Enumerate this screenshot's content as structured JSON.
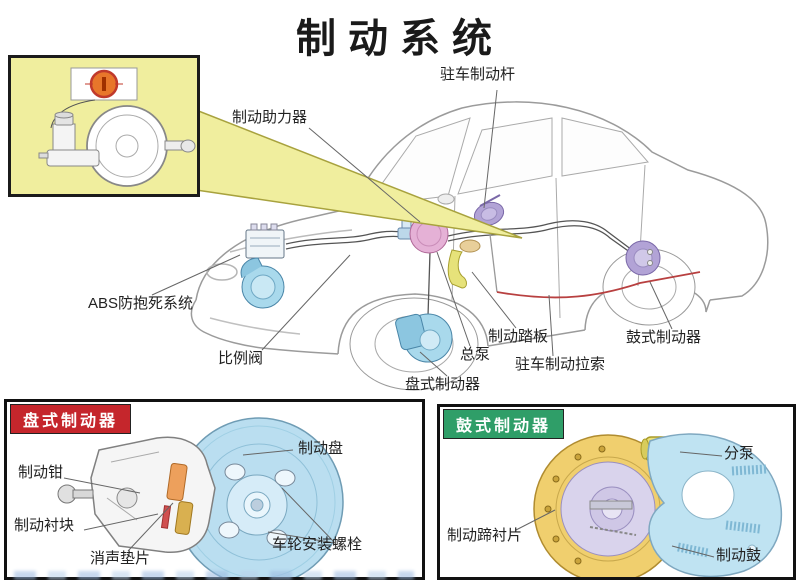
{
  "title": "制动系统",
  "labels": {
    "parking_brake_lever": "驻车制动杆",
    "brake_booster": "制动助力器",
    "abs_system": "ABS防抱死系统",
    "proportioning_valve": "比例阀",
    "master_cylinder": "总泵",
    "brake_pedal": "制动踏板",
    "disc_brake": "盘式制动器",
    "parking_brake_cable": "驻车制动拉索",
    "drum_brake": "鼓式制动器"
  },
  "disc_panel": {
    "header": "盘式制动器",
    "labels": {
      "brake_disc": "制动盘",
      "brake_caliper": "制动钳",
      "brake_pad": "制动衬块",
      "noise_shim": "消声垫片",
      "wheel_mounting_bolts": "车轮安装螺栓"
    }
  },
  "drum_panel": {
    "header": "鼓式制动器",
    "labels": {
      "wheel_cylinder": "分泵",
      "brake_shoe_lining": "制动蹄衬片",
      "brake_drum": "制动鼓"
    }
  },
  "colors": {
    "disc_header_bg": "#c5262c",
    "drum_header_bg": "#2f9e68",
    "inset_bg": "#f0ee9e",
    "component_blue": "#a9d9ec",
    "booster_pink": "#e5b1d6",
    "lever_purple": "#b2a3d6",
    "pedal_yellow": "#e6e27a",
    "shoe_yellow": "#f0cf6e",
    "drum_blue": "#bfe3f2",
    "cable_red": "#b84040",
    "warning_orange": "#e8762a"
  }
}
